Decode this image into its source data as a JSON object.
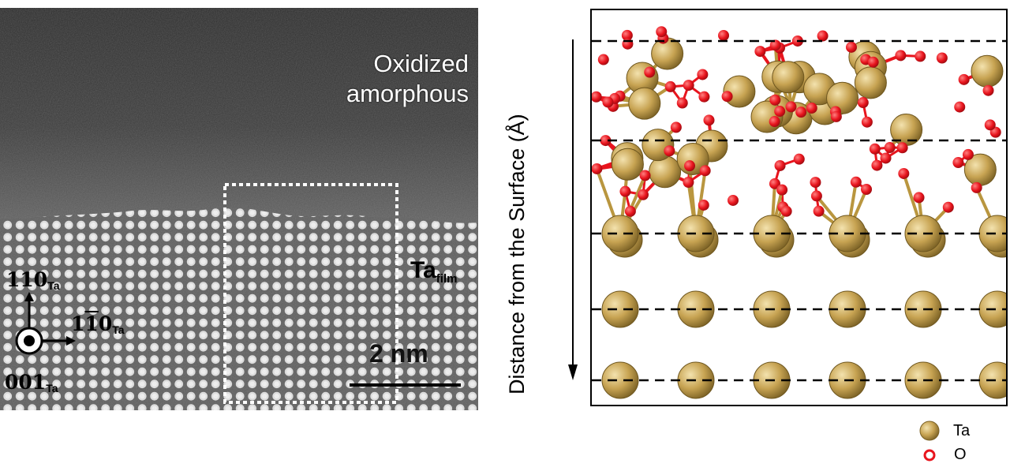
{
  "stem_image": {
    "region_label_line1": "Oxidized",
    "region_label_line2": "amorphous",
    "film_label_main": "Ta",
    "film_label_sub": "film",
    "scale_bar_label": "2 nm",
    "axis_up_main": "110",
    "axis_up_sub": "Ta",
    "axis_right_main_a": "1",
    "axis_right_main_b": "1",
    "axis_right_main_c": "0",
    "axis_right_sub": "Ta",
    "axis_out_main": "001",
    "axis_out_sub": "Ta"
  },
  "model": {
    "y_axis_label": "Distance from the Surface (Å)",
    "legend": [
      {
        "label": "Ta",
        "color": "#b9963f"
      },
      {
        "label": "O",
        "color": "#e8141d"
      }
    ]
  }
}
